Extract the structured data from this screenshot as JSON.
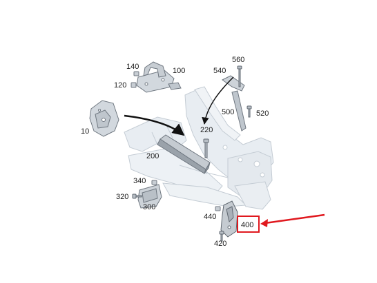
{
  "labels": {
    "p10": "10",
    "p100": "100",
    "p120": "120",
    "p140": "140",
    "p200": "200",
    "p220": "220",
    "p300": "300",
    "p320": "320",
    "p340": "340",
    "p400": "400",
    "p420": "420",
    "p440": "440",
    "p500": "500",
    "p520": "520",
    "p540": "540",
    "p560": "560"
  },
  "highlight": {
    "part": "400",
    "color": "#e0181e"
  },
  "colors": {
    "frame_fill": "#e8edf2",
    "frame_stroke": "#c4ccd4",
    "part_fill": "#d2d8de",
    "part_stroke": "#6f7780",
    "leader": "#111111",
    "text": "#1a1a1a"
  }
}
